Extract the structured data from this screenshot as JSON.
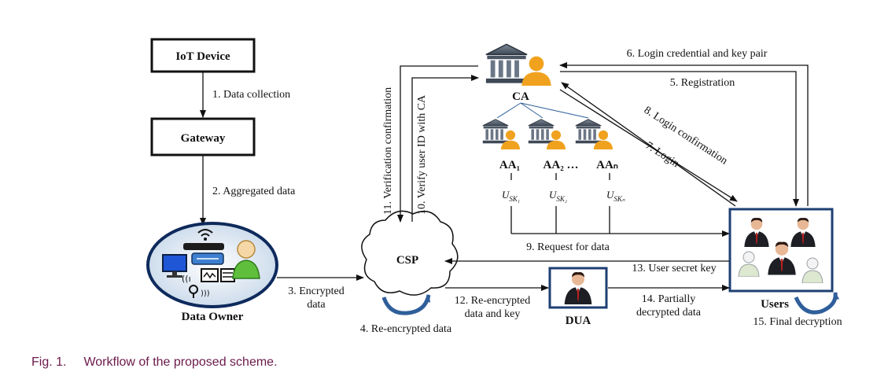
{
  "nodes": {
    "iot_device": "IoT Device",
    "gateway": "Gateway",
    "data_owner": "Data Owner",
    "csp": "CSP",
    "ca": "CA",
    "aa_1": "AA₁",
    "aa_2": "AA₂ …",
    "aa_n": "AAₙ",
    "usk_1": "U",
    "usk_1_sub": "SK₁",
    "usk_2": "U",
    "usk_2_sub": "SK₂",
    "usk_n": "U",
    "usk_n_sub": "SKₙ",
    "dua": "DUA",
    "users": "Users"
  },
  "edges": {
    "e1": "1. Data collection",
    "e2": "2. Aggregated data",
    "e3_line1": "3. Encrypted",
    "e3_line2": "data",
    "e4": "4. Re-encrypted data",
    "e5": "5. Registration",
    "e6": "6. Login credential and key pair",
    "e7": "7. Login",
    "e8": "8. Login confirmation",
    "e9": "9. Request for data",
    "e10": "10. Verify user ID with CA",
    "e11": "11. Verification confirmation",
    "e12_line1": "12. Re-encrypted",
    "e12_line2": "data and key",
    "e13": "13. User secret key",
    "e14_line1": "14. Partially",
    "e14_line2": "decrypted data",
    "e15": "15. Final decryption"
  },
  "caption": {
    "number": "Fig. 1.",
    "text": "Workflow of the proposed scheme."
  },
  "colors": {
    "caption": "#6b1a4a",
    "frame_blue": "#2c4a7c",
    "cycle_blue": "#2f5f9a",
    "person_orange": "#f0a21e"
  }
}
